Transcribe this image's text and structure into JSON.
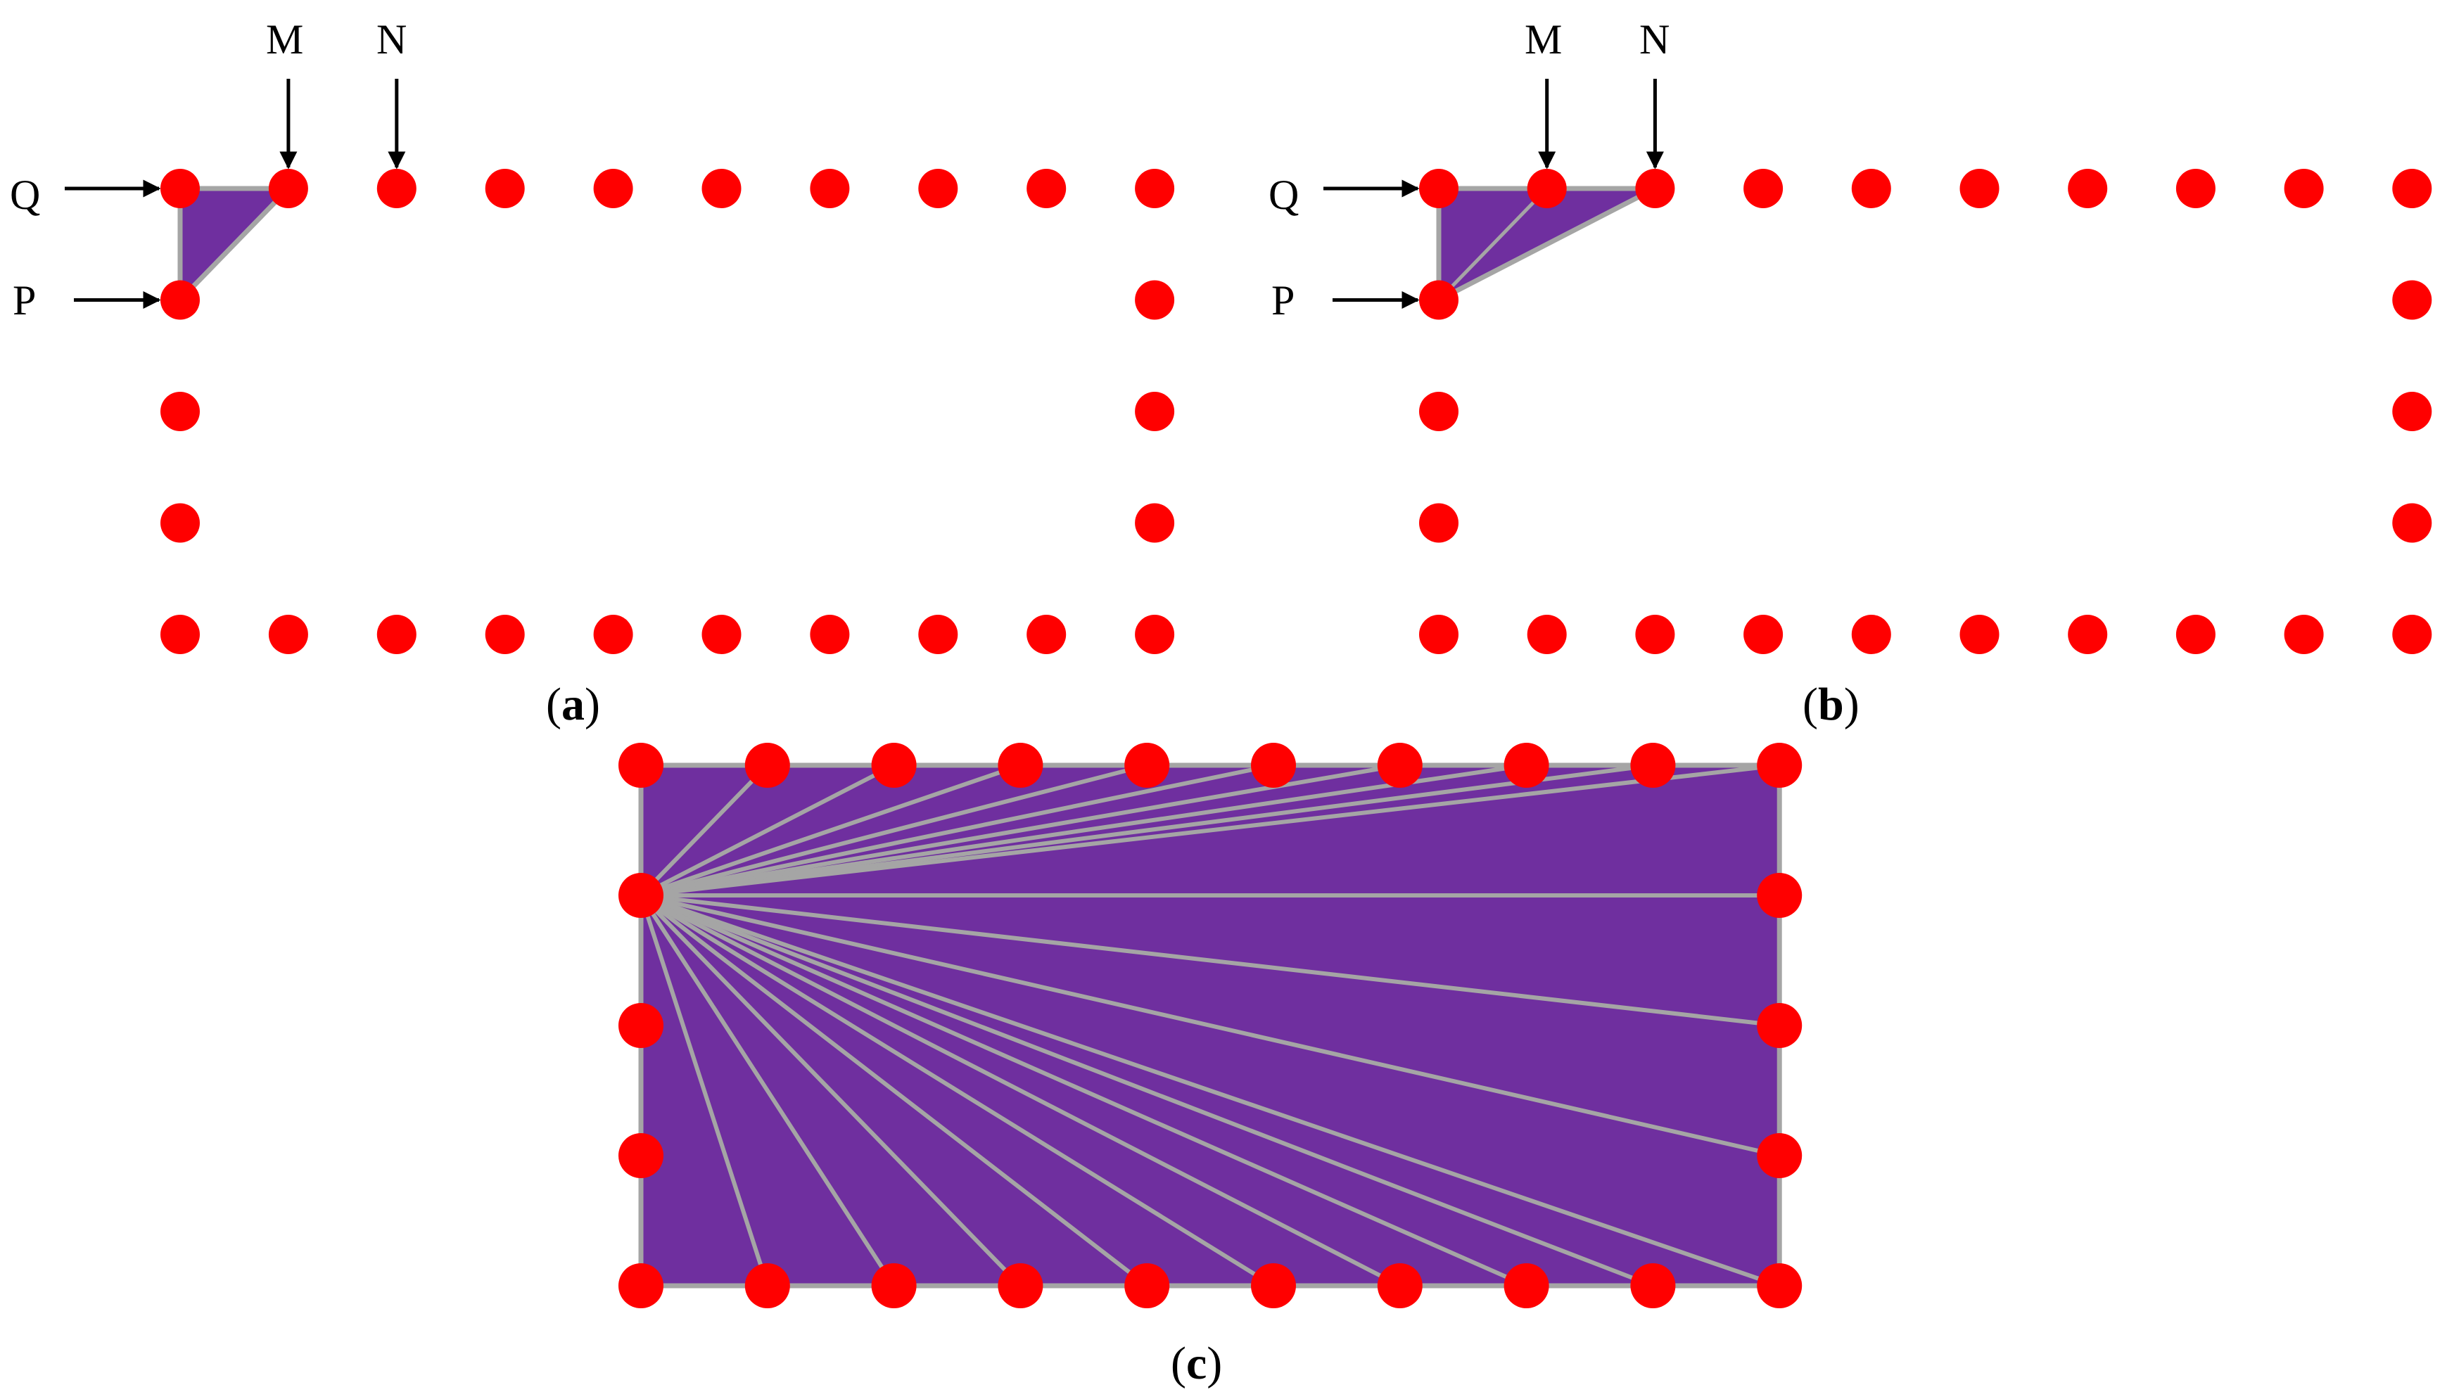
{
  "colors": {
    "dot": "#ff0000",
    "fill": "#6f2f9f",
    "edge": "#a5a5a5",
    "arrow": "#000000"
  },
  "panels": [
    {
      "id": "a",
      "caption_open": "(",
      "caption_letter": "a",
      "caption_close": ")",
      "labels": {
        "q": "Q",
        "p": "P",
        "m": "M",
        "n": "N"
      }
    },
    {
      "id": "b",
      "caption_open": "(",
      "caption_letter": "b",
      "caption_close": ")",
      "labels": {
        "q": "Q",
        "p": "P",
        "m": "M",
        "n": "N"
      }
    },
    {
      "id": "c",
      "caption_open": "(",
      "caption_letter": "c",
      "caption_close": ")"
    }
  ],
  "grid": {
    "top_row_count": 10,
    "bottom_row_count": 10,
    "side_column_count": 3
  }
}
